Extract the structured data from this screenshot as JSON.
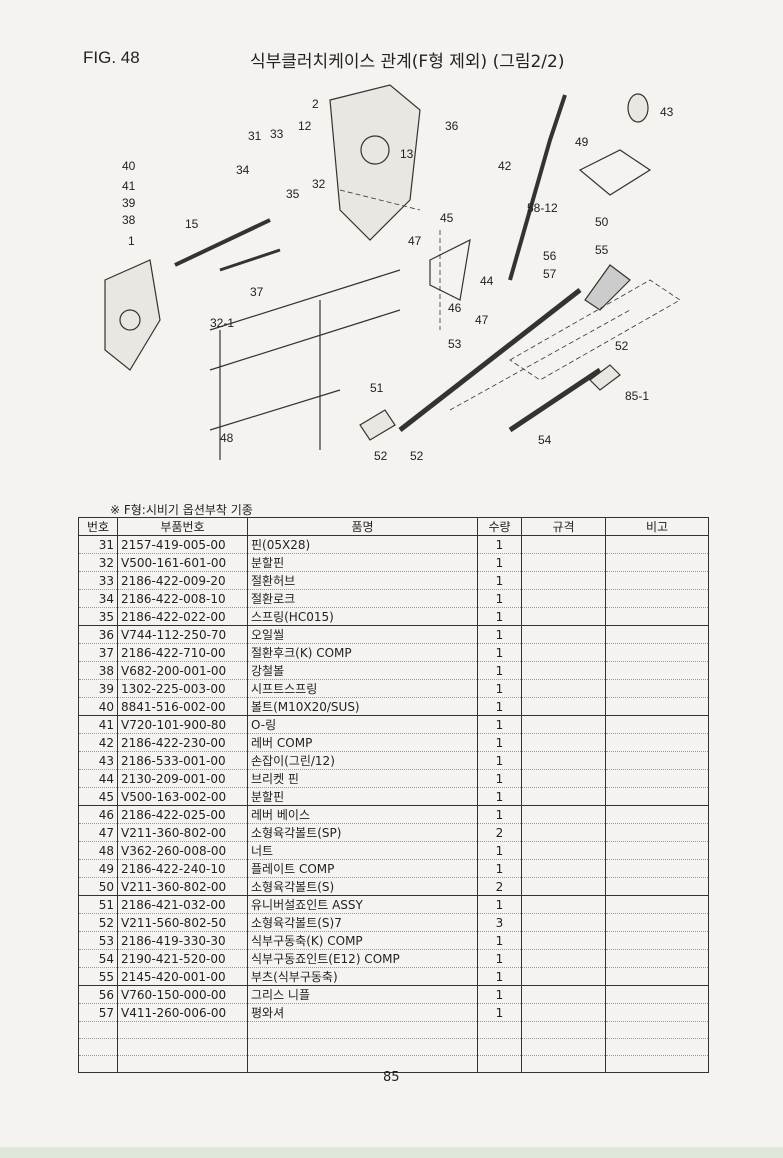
{
  "header": {
    "fig": "FIG. 48",
    "title": "식부클러치케이스 관계(F형 제외) (그림2/2)"
  },
  "diagram": {
    "callouts": [
      "2",
      "31",
      "33",
      "12",
      "36",
      "13",
      "40",
      "41",
      "39",
      "38",
      "34",
      "35",
      "32",
      "15",
      "1",
      "37",
      "32-1",
      "43",
      "49",
      "42",
      "58-12",
      "50",
      "45",
      "47",
      "44",
      "46",
      "47",
      "56",
      "57",
      "55",
      "53",
      "52",
      "85-1",
      "51",
      "48",
      "52",
      "52",
      "54"
    ]
  },
  "note": "※ F형:시비기 옵션부착 기종",
  "table": {
    "headers": [
      "번호",
      "부품번호",
      "품명",
      "수량",
      "규격",
      "비고"
    ],
    "rows": [
      {
        "no": "31",
        "part": "2157-419-005-00",
        "name": "핀(05X28)",
        "qty": "1"
      },
      {
        "no": "32",
        "part": "V500-161-601-00",
        "name": "분할핀",
        "qty": "1"
      },
      {
        "no": "33",
        "part": "2186-422-009-20",
        "name": "절환허브",
        "qty": "1"
      },
      {
        "no": "34",
        "part": "2186-422-008-10",
        "name": "절환로크",
        "qty": "1"
      },
      {
        "no": "35",
        "part": "2186-422-022-00",
        "name": "스프링(HC015)",
        "qty": "1"
      },
      {
        "no": "36",
        "part": "V744-112-250-70",
        "name": "오일씰",
        "qty": "1"
      },
      {
        "no": "37",
        "part": "2186-422-710-00",
        "name": "절환후크(K) COMP",
        "qty": "1"
      },
      {
        "no": "38",
        "part": "V682-200-001-00",
        "name": "강철볼",
        "qty": "1"
      },
      {
        "no": "39",
        "part": "1302-225-003-00",
        "name": "시프트스프링",
        "qty": "1"
      },
      {
        "no": "40",
        "part": "8841-516-002-00",
        "name": "볼트(M10X20/SUS)",
        "qty": "1"
      },
      {
        "no": "41",
        "part": "V720-101-900-80",
        "name": "O-링",
        "qty": "1"
      },
      {
        "no": "42",
        "part": "2186-422-230-00",
        "name": "레버 COMP",
        "qty": "1"
      },
      {
        "no": "43",
        "part": "2186-533-001-00",
        "name": "손잡이(그린/12)",
        "qty": "1"
      },
      {
        "no": "44",
        "part": "2130-209-001-00",
        "name": "브리켓 핀",
        "qty": "1"
      },
      {
        "no": "45",
        "part": "V500-163-002-00",
        "name": "분할핀",
        "qty": "1"
      },
      {
        "no": "46",
        "part": "2186-422-025-00",
        "name": "레버 베이스",
        "qty": "1"
      },
      {
        "no": "47",
        "part": "V211-360-802-00",
        "name": "소형육각볼트(SP)",
        "qty": "2"
      },
      {
        "no": "48",
        "part": "V362-260-008-00",
        "name": "너트",
        "qty": "1"
      },
      {
        "no": "49",
        "part": "2186-422-240-10",
        "name": "플레이트 COMP",
        "qty": "1"
      },
      {
        "no": "50",
        "part": "V211-360-802-00",
        "name": "소형육각볼트(S)",
        "qty": "2"
      },
      {
        "no": "51",
        "part": "2186-421-032-00",
        "name": "유니버설죠인트 ASSY",
        "qty": "1"
      },
      {
        "no": "52",
        "part": "V211-560-802-50",
        "name": "소형육각볼트(S)7",
        "qty": "3"
      },
      {
        "no": "53",
        "part": "2186-419-330-30",
        "name": "식부구동축(K) COMP",
        "qty": "1"
      },
      {
        "no": "54",
        "part": "2190-421-520-00",
        "name": "식부구동죠인트(E12) COMP",
        "qty": "1"
      },
      {
        "no": "55",
        "part": "2145-420-001-00",
        "name": "부츠(식부구동축)",
        "qty": "1"
      },
      {
        "no": "56",
        "part": "V760-150-000-00",
        "name": "그리스 니플",
        "qty": "1"
      },
      {
        "no": "57",
        "part": "V411-260-006-00",
        "name": "평와셔",
        "qty": "1"
      }
    ]
  },
  "page_number": "85"
}
